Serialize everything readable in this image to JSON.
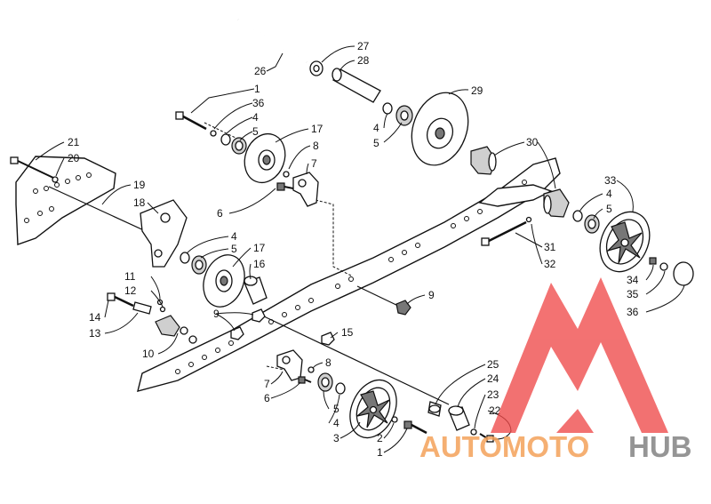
{
  "callouts": [
    {
      "n": "1"
    },
    {
      "n": "36"
    },
    {
      "n": "4"
    },
    {
      "n": "5"
    },
    {
      "n": "26"
    },
    {
      "n": "27"
    },
    {
      "n": "28"
    },
    {
      "n": "29"
    },
    {
      "n": "4"
    },
    {
      "n": "5"
    },
    {
      "n": "17"
    },
    {
      "n": "8"
    },
    {
      "n": "7"
    },
    {
      "n": "30"
    },
    {
      "n": "21"
    },
    {
      "n": "20"
    },
    {
      "n": "19"
    },
    {
      "n": "18"
    },
    {
      "n": "6"
    },
    {
      "n": "4"
    },
    {
      "n": "5"
    },
    {
      "n": "17"
    },
    {
      "n": "16"
    },
    {
      "n": "33"
    },
    {
      "n": "4"
    },
    {
      "n": "5"
    },
    {
      "n": "31"
    },
    {
      "n": "32"
    },
    {
      "n": "34"
    },
    {
      "n": "35"
    },
    {
      "n": "36"
    },
    {
      "n": "11"
    },
    {
      "n": "12"
    },
    {
      "n": "14"
    },
    {
      "n": "13"
    },
    {
      "n": "9"
    },
    {
      "n": "9"
    },
    {
      "n": "15"
    },
    {
      "n": "10"
    },
    {
      "n": "8"
    },
    {
      "n": "7"
    },
    {
      "n": "6"
    },
    {
      "n": "5"
    },
    {
      "n": "4"
    },
    {
      "n": "3"
    },
    {
      "n": "2"
    },
    {
      "n": "1"
    },
    {
      "n": "25"
    },
    {
      "n": "24"
    },
    {
      "n": "23"
    },
    {
      "n": "22"
    }
  ],
  "watermark": {
    "word_1": "AUTOMOTO",
    "word_2": "HUB",
    "color_primary": "#f4a25a",
    "color_secondary": "#8a8a8a",
    "mark_color": "#ef4a4a"
  }
}
